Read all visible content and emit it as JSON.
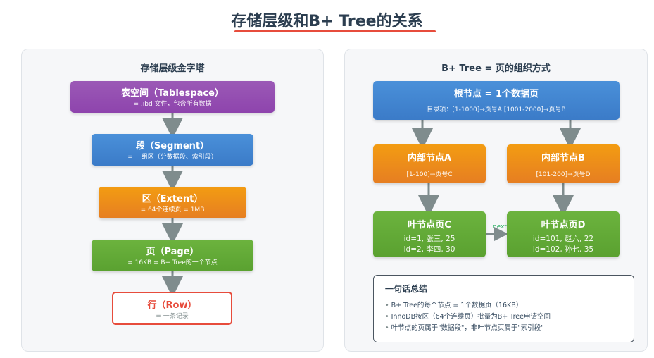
{
  "title": "存储层级和B+ Tree的关系",
  "left_panel": {
    "title": "存储层级金字塔",
    "levels": [
      {
        "title": "表空间（Tablespace）",
        "sub": "= .ibd 文件，包含所有数据"
      },
      {
        "title": "段（Segment）",
        "sub": "= 一组区（分数据段、索引段）"
      },
      {
        "title": "区（Extent）",
        "sub": "= 64个连续页 = 1MB"
      },
      {
        "title": "页（Page）",
        "sub": "= 16KB = B+ Tree的一个节点"
      },
      {
        "title": "行（Row）",
        "sub": "= 一条记录"
      }
    ]
  },
  "right_panel": {
    "title": "B+ Tree = 页的组织方式",
    "root": {
      "title": "根节点 = 1个数据页",
      "sub": "目录项：[1-1000]→页号A [1001-2000]→页号B"
    },
    "internal_a": {
      "title": "内部节点A",
      "sub": "[1-100]→页号C"
    },
    "internal_b": {
      "title": "内部节点B",
      "sub": "[101-200]→页号D"
    },
    "leaf_c": {
      "title": "叶节点页C",
      "line1": "id=1, 张三, 25",
      "line2": "id=2, 李四, 30"
    },
    "leaf_d": {
      "title": "叶节点页D",
      "line1": "id=101, 赵六, 22",
      "line2": "id=102, 孙七, 35"
    },
    "next_page_label": "next page"
  },
  "summary": {
    "title": "一句话总结",
    "items": [
      "B+ Tree的每个节点 = 1个数据页（16KB）",
      "InnoDB按区（64个连续页）批量为B+ Tree申请空间",
      "叶节点的页属于\"数据段\"，非叶节点页属于\"索引段\""
    ]
  },
  "colors": {
    "purple": "#8e44ad",
    "blue": "#3b7bc8",
    "orange": "#e67e22",
    "green": "#5aa130",
    "red": "#e74c3c",
    "arrow": "#7f8c8d"
  }
}
